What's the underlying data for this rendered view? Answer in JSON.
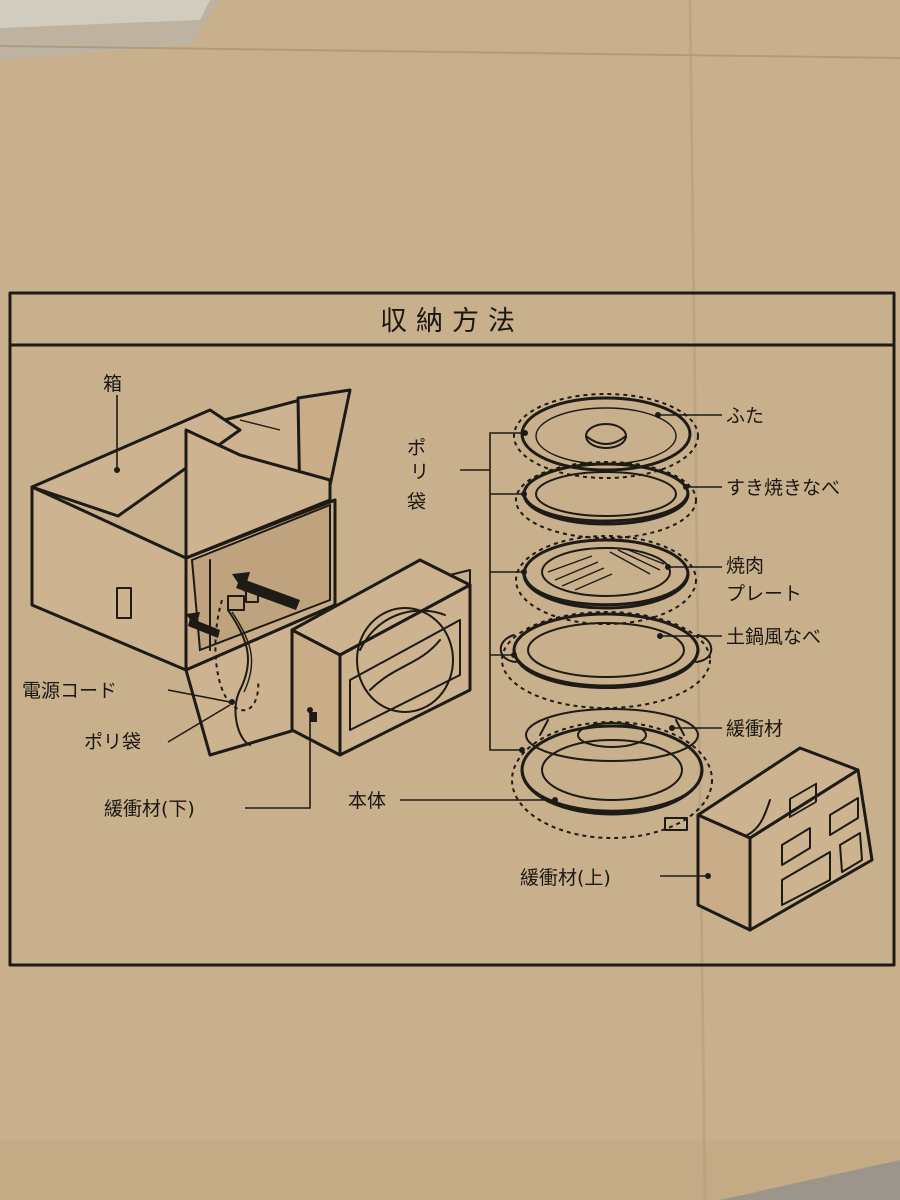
{
  "colors": {
    "cardboard": "#c9b08d",
    "ink": "#1e1a15"
  },
  "diagram": {
    "title": "収納方法",
    "labels": {
      "box": "箱",
      "power_cord": "電源コード",
      "poly_bag_left": "ポリ袋",
      "cushion_bottom": "緩衝材(下)",
      "poly_bag_vertical": [
        "ポ",
        "リ",
        "袋"
      ],
      "lid": "ふた",
      "sukiyaki_pot": "すき焼きなべ",
      "yakiniku_plate_line1": "焼肉",
      "yakiniku_plate_line2": "プレート",
      "donabe_pot": "土鍋風なべ",
      "cushion": "緩衝材",
      "main_unit": "本体",
      "cushion_top": "緩衝材(上)"
    }
  }
}
